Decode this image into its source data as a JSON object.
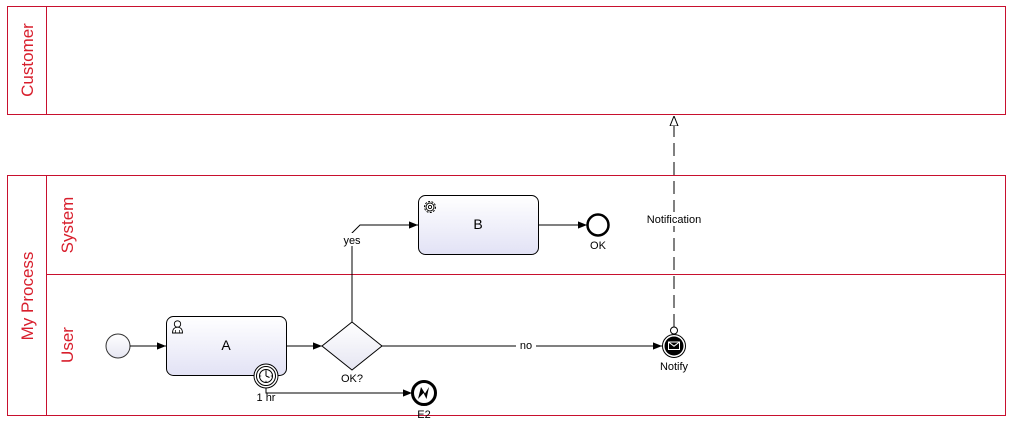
{
  "pools": {
    "customer": {
      "label": "Customer"
    },
    "process": {
      "label": "My Process"
    }
  },
  "lanes": {
    "system": {
      "label": "System"
    },
    "user": {
      "label": "User"
    }
  },
  "tasks": {
    "a": {
      "label": "A",
      "type": "user-task"
    },
    "b": {
      "label": "B",
      "type": "service-task"
    }
  },
  "gateway": {
    "label": "OK?"
  },
  "events": {
    "ok_end": {
      "label": "OK"
    },
    "notify": {
      "label": "Notify"
    },
    "e2": {
      "label": "E2"
    }
  },
  "flows": {
    "yes": "yes",
    "no": "no",
    "timer": "1 hr",
    "notification": "Notification"
  },
  "colors": {
    "pool_stroke": "#c8102e",
    "pool_label": "#d81e2c",
    "task_fill_top": "#ffffff",
    "task_fill_bottom": "#e4e4f6",
    "line": "#000000"
  }
}
